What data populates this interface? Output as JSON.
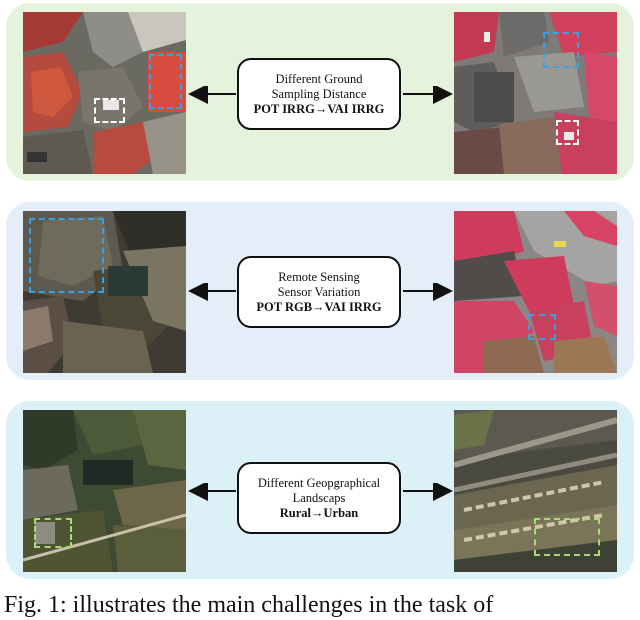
{
  "panels": [
    {
      "line1": "Different Ground",
      "line2": "Sampling Distance",
      "bold": "POT IRRG→VAI IRRG",
      "bg": "#e6f3dc"
    },
    {
      "line1": "Remote Sensing",
      "line2": "Sensor Variation",
      "bold": "POT RGB→VAI IRRG",
      "bg": "#e3eef8"
    },
    {
      "line1": "Different Geopgraphical",
      "line2": "Landscaps",
      "bold": "Rural→Urban",
      "bg": "#dcf0f7"
    }
  ],
  "caption": "Fig. 1: illustrates the main challenges in the task of"
}
